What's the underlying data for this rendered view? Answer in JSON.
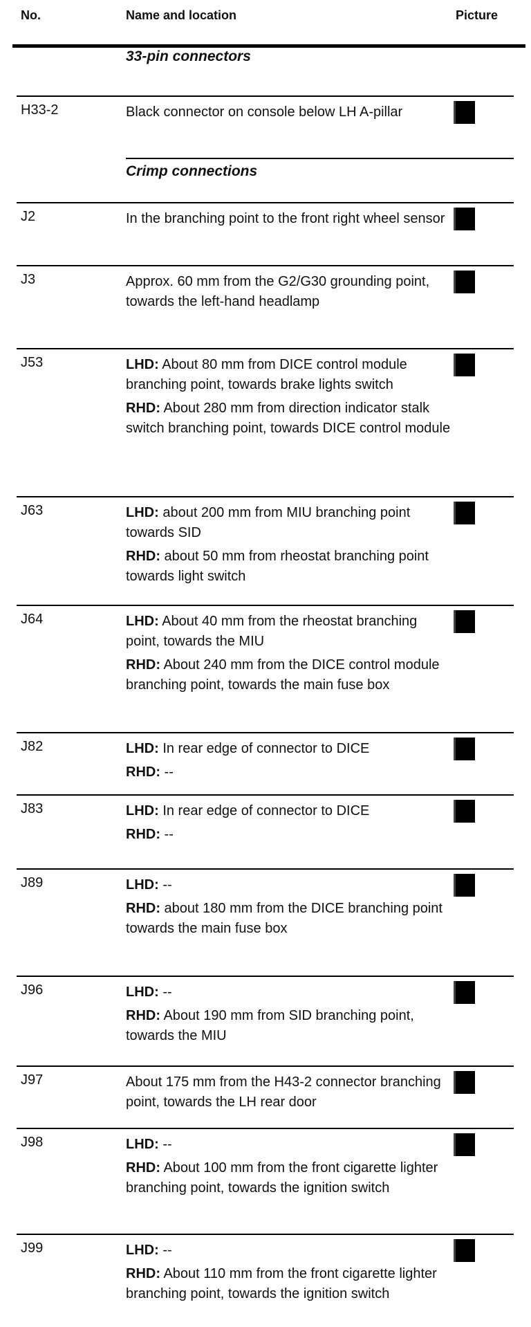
{
  "header": {
    "no": "No.",
    "name": "Name and location",
    "picture": "Picture"
  },
  "sections": [
    {
      "title": "33-pin connectors",
      "rows": [
        {
          "no": "H33-2",
          "paras": [
            {
              "label": "",
              "text": "Black connector on console below LH A-pillar"
            }
          ]
        }
      ]
    },
    {
      "title": "Crimp connections",
      "rows": [
        {
          "no": "J2",
          "paras": [
            {
              "label": "",
              "text": "In the branching point to the front right wheel sensor"
            }
          ]
        },
        {
          "no": "J3",
          "paras": [
            {
              "label": "",
              "text": "Approx. 60 mm from the G2/G30 grounding point, towards the left-hand headlamp"
            }
          ]
        },
        {
          "no": "J53",
          "paras": [
            {
              "label": "LHD:",
              "text": " About 80 mm from DICE control module branching point, towards brake lights switch"
            },
            {
              "label": "RHD:",
              "text": " About 280 mm from direction indicator stalk switch branching point, towards DICE control module"
            }
          ]
        },
        {
          "no": "J63",
          "paras": [
            {
              "label": "LHD:",
              "text": " about 200 mm from MIU branching point towards SID"
            },
            {
              "label": "RHD:",
              "text": " about 50 mm from rheostat branching point towards light switch"
            }
          ]
        },
        {
          "no": "J64",
          "paras": [
            {
              "label": "LHD:",
              "text": " About 40 mm from the rheostat branching point, towards the MIU"
            },
            {
              "label": "RHD:",
              "text": " About 240 mm from the DICE control module branching point, towards the main fuse box"
            }
          ]
        },
        {
          "no": "J82",
          "paras": [
            {
              "label": "LHD:",
              "text": " In rear edge of connector to DICE"
            },
            {
              "label": "RHD:",
              "text": " --"
            }
          ]
        },
        {
          "no": "J83",
          "paras": [
            {
              "label": "LHD:",
              "text": " In rear edge of connector to DICE"
            },
            {
              "label": "RHD:",
              "text": " --"
            }
          ]
        },
        {
          "no": "J89",
          "paras": [
            {
              "label": "LHD:",
              "text": " --"
            },
            {
              "label": "RHD:",
              "text": " about 180 mm from the DICE branching point towards the main fuse box"
            }
          ]
        },
        {
          "no": "J96",
          "paras": [
            {
              "label": "LHD:",
              "text": " --"
            },
            {
              "label": "RHD:",
              "text": " About 190 mm from SID branching point, towards the MIU"
            }
          ]
        },
        {
          "no": "J97",
          "paras": [
            {
              "label": "",
              "text": "About 175 mm from the H43-2 connector branching point, towards the LH rear door"
            }
          ]
        },
        {
          "no": "J98",
          "paras": [
            {
              "label": "LHD:",
              "text": " --"
            },
            {
              "label": "RHD:",
              "text": " About 100 mm from the front cigarette lighter branching point, towards the ignition switch"
            }
          ]
        },
        {
          "no": "J99",
          "paras": [
            {
              "label": "LHD:",
              "text": " --"
            },
            {
              "label": "RHD:",
              "text": " About 110 mm from the front cigarette lighter branching point, towards the ignition switch"
            }
          ]
        }
      ]
    }
  ]
}
